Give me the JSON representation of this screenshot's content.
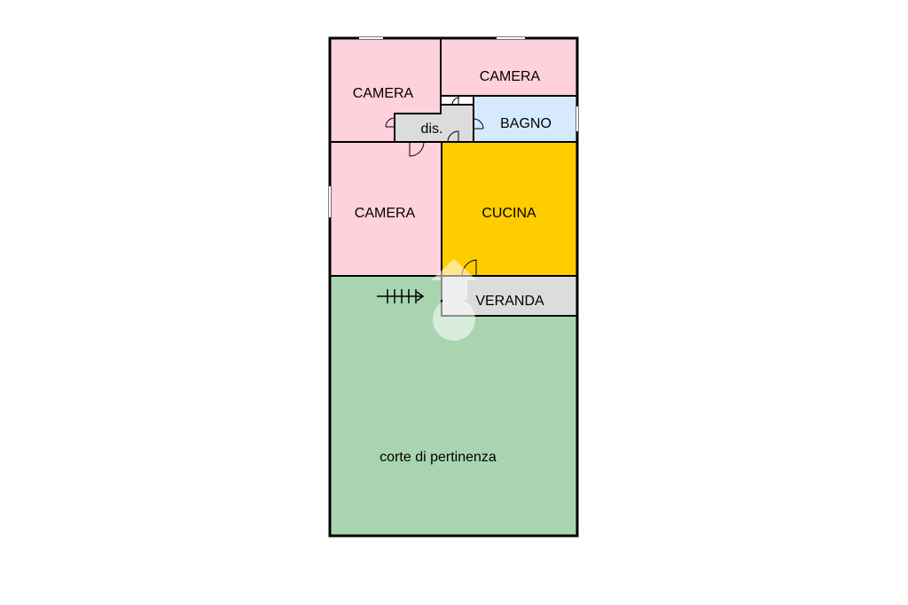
{
  "floorplan": {
    "rooms": {
      "camera_top_left": {
        "label": "CAMERA",
        "color": "#ffd1dc"
      },
      "camera_top_right": {
        "label": "CAMERA",
        "color": "#ffd1dc"
      },
      "disimpegno": {
        "label": "dis.",
        "color": "#dcdcdc"
      },
      "bagno": {
        "label": "BAGNO",
        "color": "#d6eaff"
      },
      "camera_middle": {
        "label": "CAMERA",
        "color": "#ffd1dc"
      },
      "cucina": {
        "label": "CUCINA",
        "color": "#ffcc00"
      },
      "veranda": {
        "label": "VERANDA",
        "color": "#dcdcdc"
      },
      "corte": {
        "label": "corte di pertinenza",
        "color": "#a8d5b0"
      }
    },
    "wall_color": "#000000",
    "watermark_color": "#ffffff"
  }
}
